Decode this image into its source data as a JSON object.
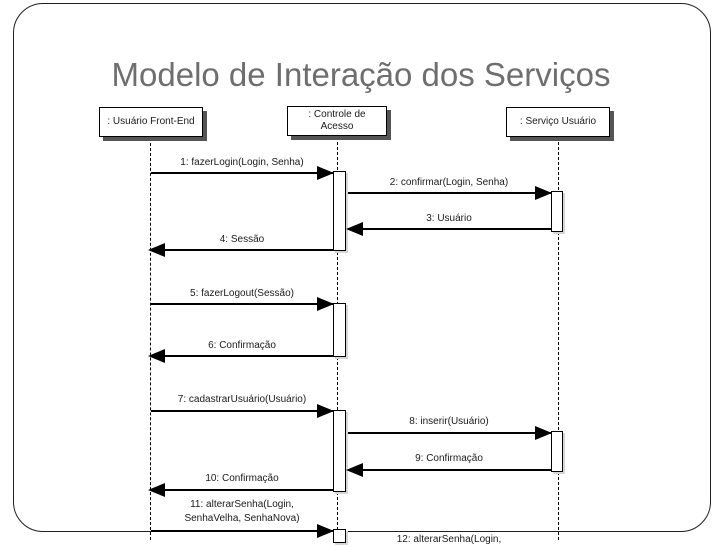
{
  "slide": {
    "title": "Modelo de Interação dos Serviços"
  },
  "diagram": {
    "type": "uml-sequence",
    "lifelines": [
      {
        "label": ": Usuário Front-End"
      },
      {
        "label": ": Controle de Acesso"
      },
      {
        "label": ": Serviço Usuário"
      }
    ],
    "messages": [
      {
        "lines": [
          "1: fazerLogin(Login, Senha)"
        ],
        "from": ": Usuário Front-End",
        "to": ": Controle de Acesso"
      },
      {
        "lines": [
          "2: confirmar(Login, Senha)"
        ],
        "from": ": Controle de Acesso",
        "to": ": Serviço Usuário"
      },
      {
        "lines": [
          "3: Usuário"
        ],
        "from": ": Serviço Usuário",
        "to": ": Controle de Acesso"
      },
      {
        "lines": [
          "4: Sessão"
        ],
        "from": ": Controle de Acesso",
        "to": ": Usuário Front-End"
      },
      {
        "lines": [
          "5: fazerLogout(Sessão)"
        ],
        "from": ": Usuário Front-End",
        "to": ": Controle de Acesso"
      },
      {
        "lines": [
          "6: Confirmação"
        ],
        "from": ": Controle de Acesso",
        "to": ": Usuário Front-End"
      },
      {
        "lines": [
          "7: cadastrarUsuário(Usuário)"
        ],
        "from": ": Usuário Front-End",
        "to": ": Controle de Acesso"
      },
      {
        "lines": [
          "8: inserir(Usuário)"
        ],
        "from": ": Controle de Acesso",
        "to": ": Serviço Usuário"
      },
      {
        "lines": [
          "9: Confirmação"
        ],
        "from": ": Serviço Usuário",
        "to": ": Controle de Acesso"
      },
      {
        "lines": [
          "10: Confirmação"
        ],
        "from": ": Controle de Acesso",
        "to": ": Usuário Front-End"
      },
      {
        "lines": [
          "11: alterarSenha(Login,",
          "SenhaVelha, SenhaNova)"
        ],
        "from": ": Usuário Front-End",
        "to": ": Controle de Acesso"
      },
      {
        "lines": [
          "12: alterarSenha(Login,"
        ],
        "from": ": Controle de Acesso",
        "to": ": Serviço Usuário",
        "clipped": true
      }
    ]
  }
}
